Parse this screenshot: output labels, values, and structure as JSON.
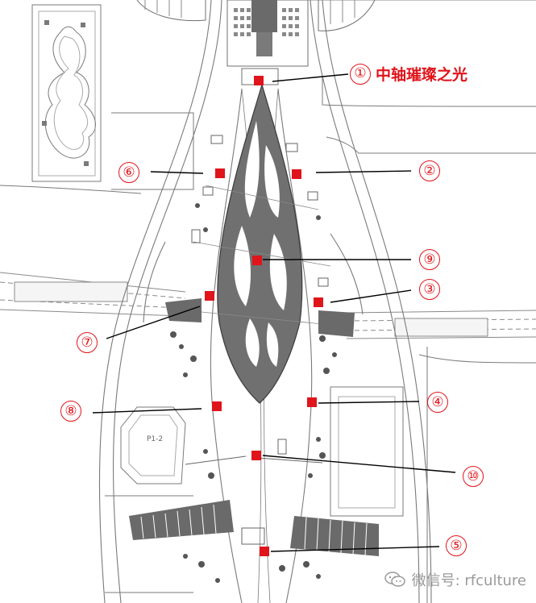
{
  "markers": [
    {
      "id": 1,
      "num": "①",
      "label": "中轴璀璨之光"
    },
    {
      "id": 2,
      "num": "②",
      "label": ""
    },
    {
      "id": 3,
      "num": "③",
      "label": ""
    },
    {
      "id": 4,
      "num": "④",
      "label": ""
    },
    {
      "id": 5,
      "num": "⑤",
      "label": ""
    },
    {
      "id": 6,
      "num": "⑥",
      "label": ""
    },
    {
      "id": 7,
      "num": "⑦",
      "label": ""
    },
    {
      "id": 8,
      "num": "⑧",
      "label": ""
    },
    {
      "id": 9,
      "num": "⑨",
      "label": ""
    },
    {
      "id": 10,
      "num": "⑩",
      "label": ""
    }
  ],
  "plan_labels": {
    "lot": "P1-2"
  },
  "watermark": {
    "text": "微信号: rfculture",
    "icon": "wechat-icon"
  },
  "colors": {
    "accent": "#e0141b",
    "linework": "#7a7a7a",
    "paving": "#6d6d6d"
  }
}
